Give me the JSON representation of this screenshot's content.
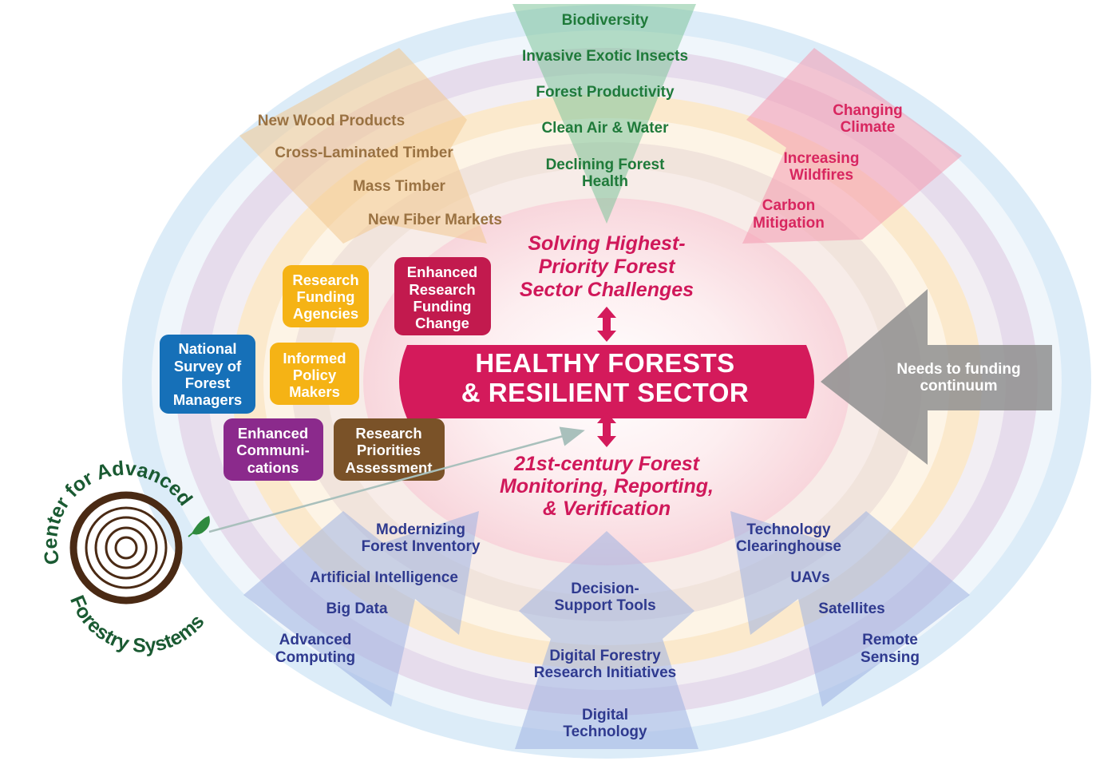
{
  "center": {
    "line1": "HEALTHY FORESTS",
    "line2": "& RESILIENT SECTOR"
  },
  "top_heading": [
    "Solving Highest-",
    "Priority Forest",
    "Sector Challenges"
  ],
  "bottom_heading": [
    "21st-century Forest",
    "Monitoring, Reporting,",
    "& Verification"
  ],
  "sectors": {
    "top_green": [
      "Biodiversity",
      "Invasive Exotic Insects",
      "Forest Productivity",
      "Clean Air & Water",
      "Declining Forest",
      "Health"
    ],
    "top_left_brown": [
      "New Wood Products",
      "Cross-Laminated Timber",
      "Mass Timber",
      "New Fiber Markets"
    ],
    "top_right_pink": [
      "Changing",
      "Climate",
      "Increasing",
      "Wildfires",
      "Carbon",
      "Mitigation"
    ],
    "right_grey": [
      "Needs to funding",
      "continuum"
    ],
    "bottom_left_navy": [
      "Modernizing",
      "Forest Inventory",
      "Artificial Intelligence",
      "Big Data",
      "Advanced",
      "Computing"
    ],
    "bottom_center_navy": [
      "Decision-",
      "Support Tools",
      "Digital Forestry",
      "Research Initiatives",
      "Digital",
      "Technology"
    ],
    "bottom_right_navy": [
      "Technology",
      "Clearinghouse",
      "UAVs",
      "Satellites",
      "Remote",
      "Sensing"
    ]
  },
  "boxes": {
    "enhanced_research_funding_change": [
      "Enhanced",
      "Research",
      "Funding",
      "Change"
    ],
    "research_funding_agencies": [
      "Research",
      "Funding",
      "Agencies"
    ],
    "informed_policy_makers": [
      "Informed",
      "Policy",
      "Makers"
    ],
    "national_survey": [
      "National",
      "Survey of",
      "Forest",
      "Managers"
    ],
    "enhanced_communications": [
      "Enhanced",
      "Communi-",
      "cations"
    ],
    "research_priorities_assessment": [
      "Research",
      "Priorities",
      "Assessment"
    ]
  },
  "logo": {
    "top_text": "Center for Advanced",
    "bottom_text": "Forestry Systems"
  },
  "colors": {
    "green": "#1f7a3a",
    "brown": "#9a7242",
    "pink": "#d8265f",
    "navy": "#2f3a8f",
    "center_bar": "#d41a5b",
    "box_crimson": "#c21a4e",
    "box_yellow": "#f5b315",
    "box_blue": "#1670b8",
    "box_purple": "#8b2a8c",
    "box_brown": "#7a5228",
    "logo_green": "#1a5a32",
    "logo_brown": "#4a2a14"
  }
}
